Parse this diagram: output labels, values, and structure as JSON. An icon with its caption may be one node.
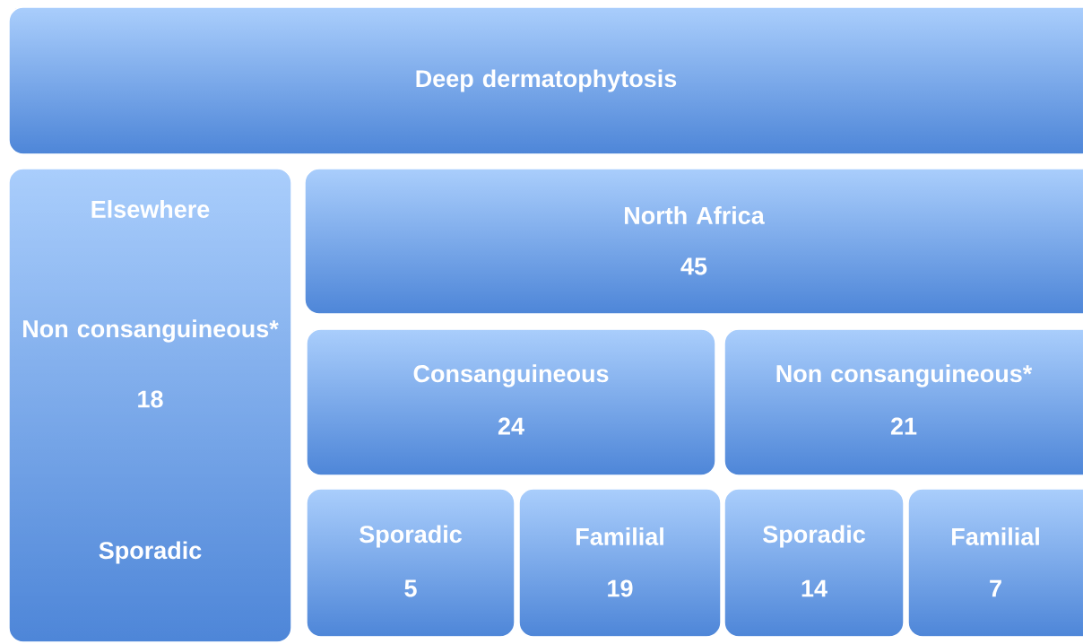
{
  "diagram": {
    "nodes": [
      {
        "text": [
          "Deep dermatophytosis"
        ]
      },
      {
        "text": [
          "Elsewhere",
          "Non consanguineous*",
          "18",
          "Sporadic"
        ]
      },
      {
        "text": [
          "North Africa",
          "45"
        ]
      },
      {
        "text": [
          "Consanguineous",
          "24"
        ]
      },
      {
        "text": [
          "Non consanguineous*",
          "21"
        ]
      },
      {
        "text": [
          "Sporadic",
          "5"
        ]
      },
      {
        "text": [
          "Familial",
          "19"
        ]
      },
      {
        "text": [
          "Sporadic",
          "14"
        ]
      },
      {
        "text": [
          "Familial",
          "7"
        ]
      }
    ]
  }
}
